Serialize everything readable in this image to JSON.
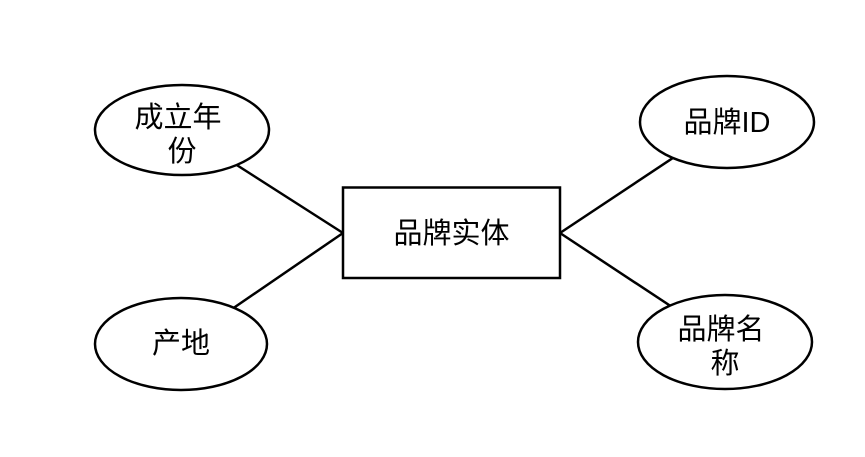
{
  "diagram": {
    "type": "entity-relationship",
    "colors": {
      "stroke": "#000000",
      "shape_fill": "#ffffff",
      "background": "#ffffff",
      "text": "#000000"
    },
    "entity": {
      "label": "品牌实体"
    },
    "attributes": [
      {
        "id": "founding-year",
        "label": "成立年份",
        "lines": [
          "成立年",
          "份"
        ],
        "side": "left",
        "position": "top"
      },
      {
        "id": "origin",
        "label": "产地",
        "lines": [
          "产地"
        ],
        "side": "left",
        "position": "bottom"
      },
      {
        "id": "brand-id",
        "label": "品牌ID",
        "lines": [
          "品牌ID"
        ],
        "side": "right",
        "position": "top"
      },
      {
        "id": "brand-name",
        "label": "品牌名称",
        "lines": [
          "品牌名",
          "称"
        ],
        "side": "right",
        "position": "bottom"
      }
    ],
    "connections": [
      {
        "from": "品牌实体",
        "to": "成立年份"
      },
      {
        "from": "品牌实体",
        "to": "产地"
      },
      {
        "from": "品牌实体",
        "to": "品牌ID"
      },
      {
        "from": "品牌实体",
        "to": "品牌名称"
      }
    ]
  }
}
